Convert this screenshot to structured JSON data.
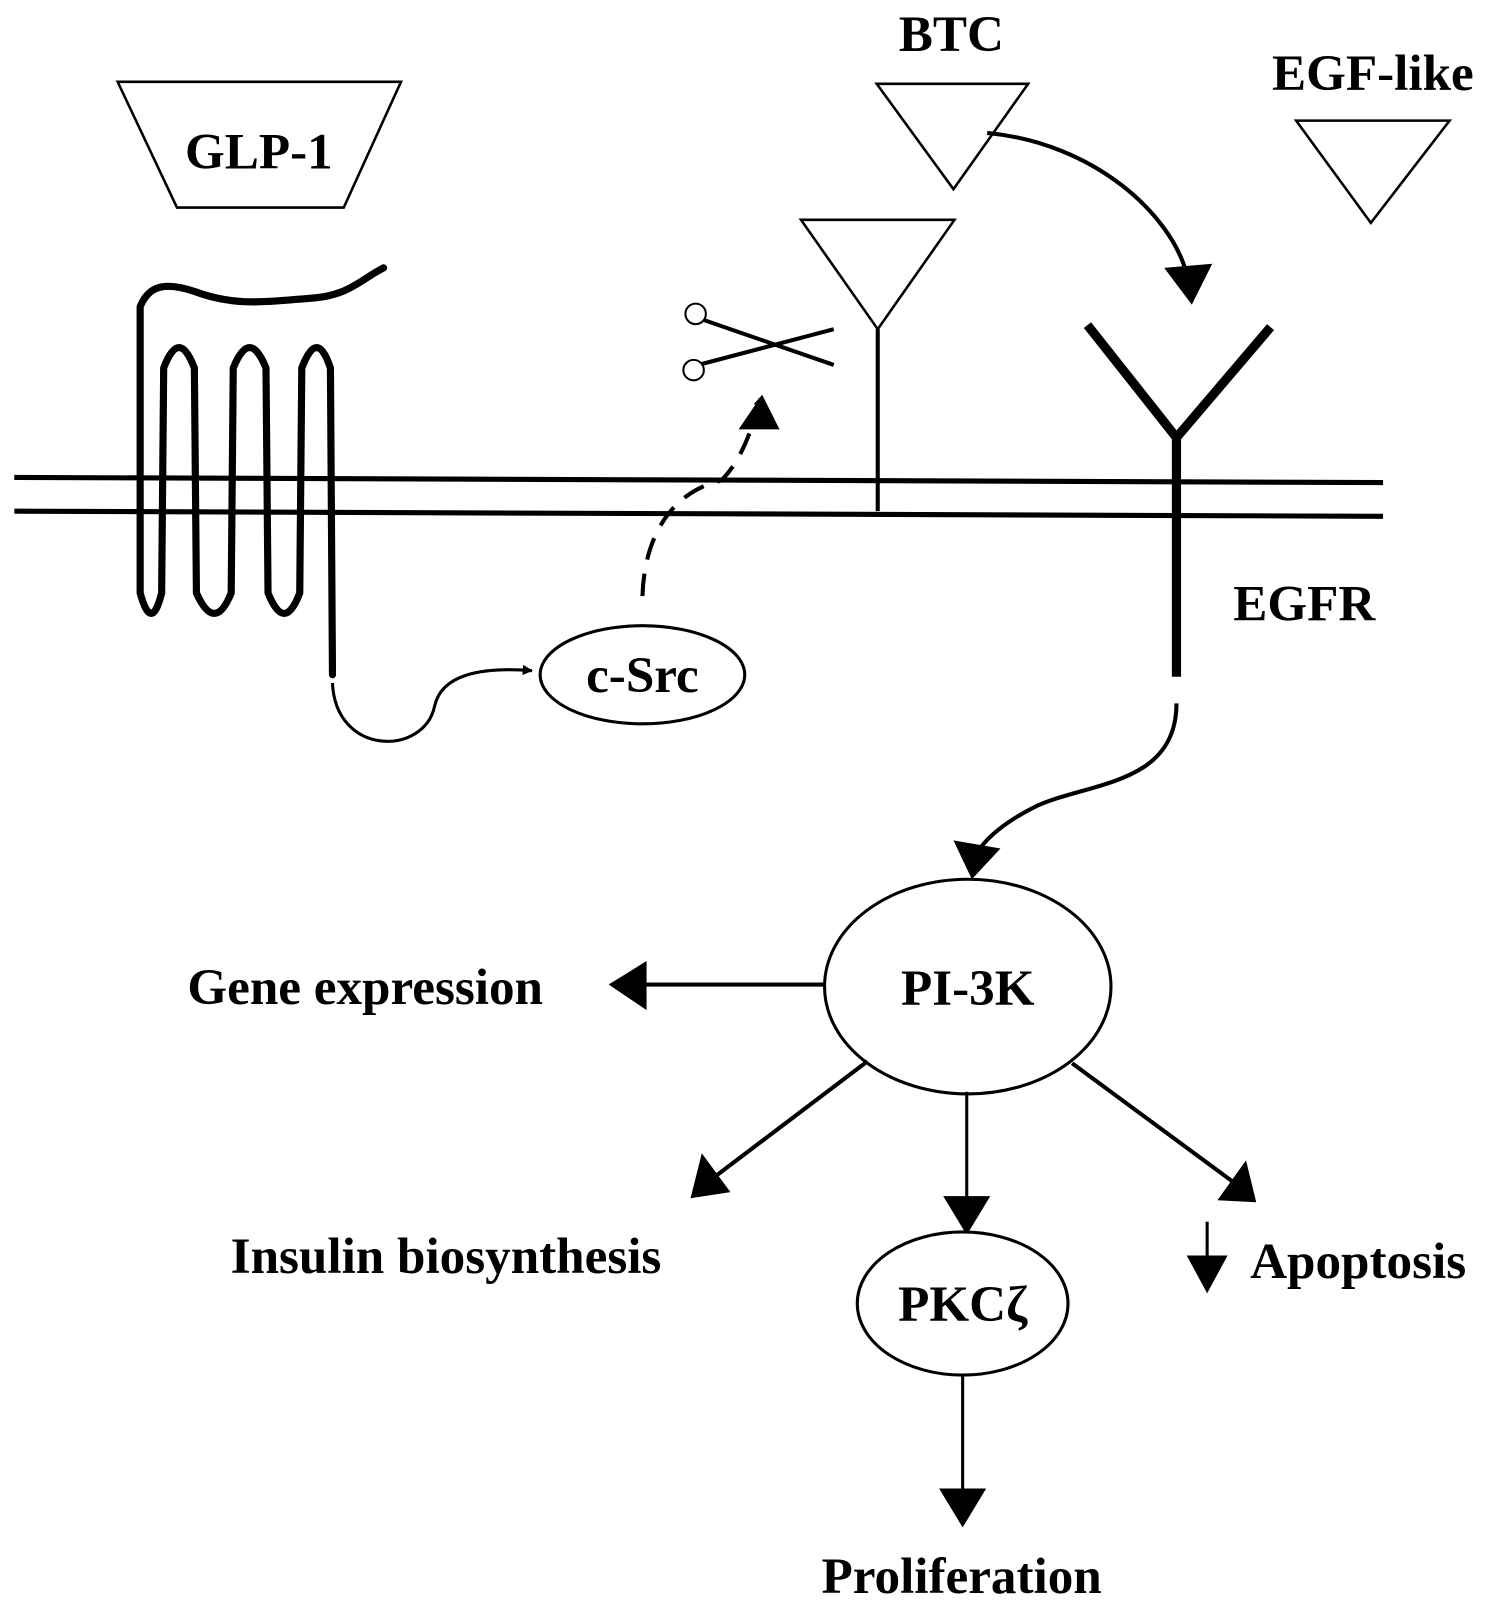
{
  "labels": {
    "glp1": "GLP-1",
    "btc": "BTC",
    "egf_like": "EGF-like",
    "egfr": "EGFR",
    "c_src": "c-Src",
    "pi3k": "PI-3K",
    "pkc": "PKCζ",
    "gene_expression": "Gene expression",
    "insulin_biosynthesis": "Insulin biosynthesis",
    "apoptosis": "Apoptosis",
    "proliferation": "Proliferation"
  },
  "icons": {
    "cleavage": "scissors-icon",
    "decrease": "down-arrow-icon"
  },
  "colors": {
    "ink": "#000000",
    "background": "#ffffff"
  }
}
